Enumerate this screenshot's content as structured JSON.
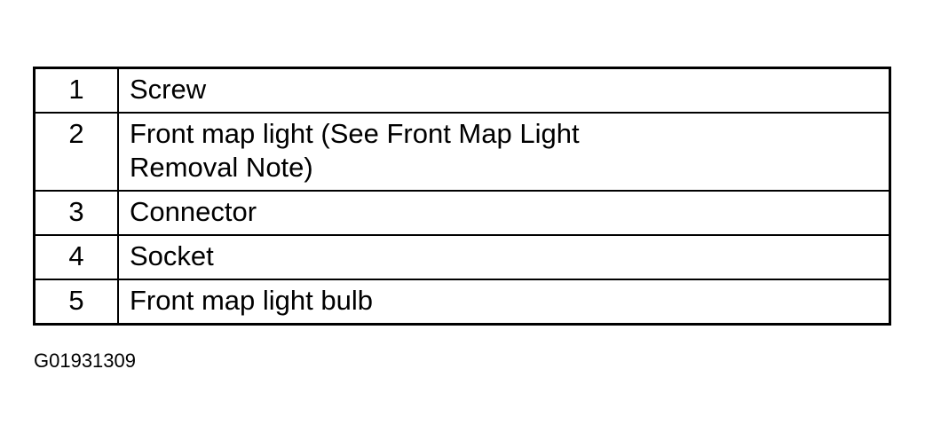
{
  "legend": {
    "rows": [
      {
        "number": "1",
        "description": "Screw"
      },
      {
        "number": "2",
        "description": "Front map light (See Front Map Light Removal Note)"
      },
      {
        "number": "3",
        "description": "Connector"
      },
      {
        "number": "4",
        "description": "Socket"
      },
      {
        "number": "5",
        "description": "Front map light bulb"
      }
    ]
  },
  "reference_code": "G01931309"
}
